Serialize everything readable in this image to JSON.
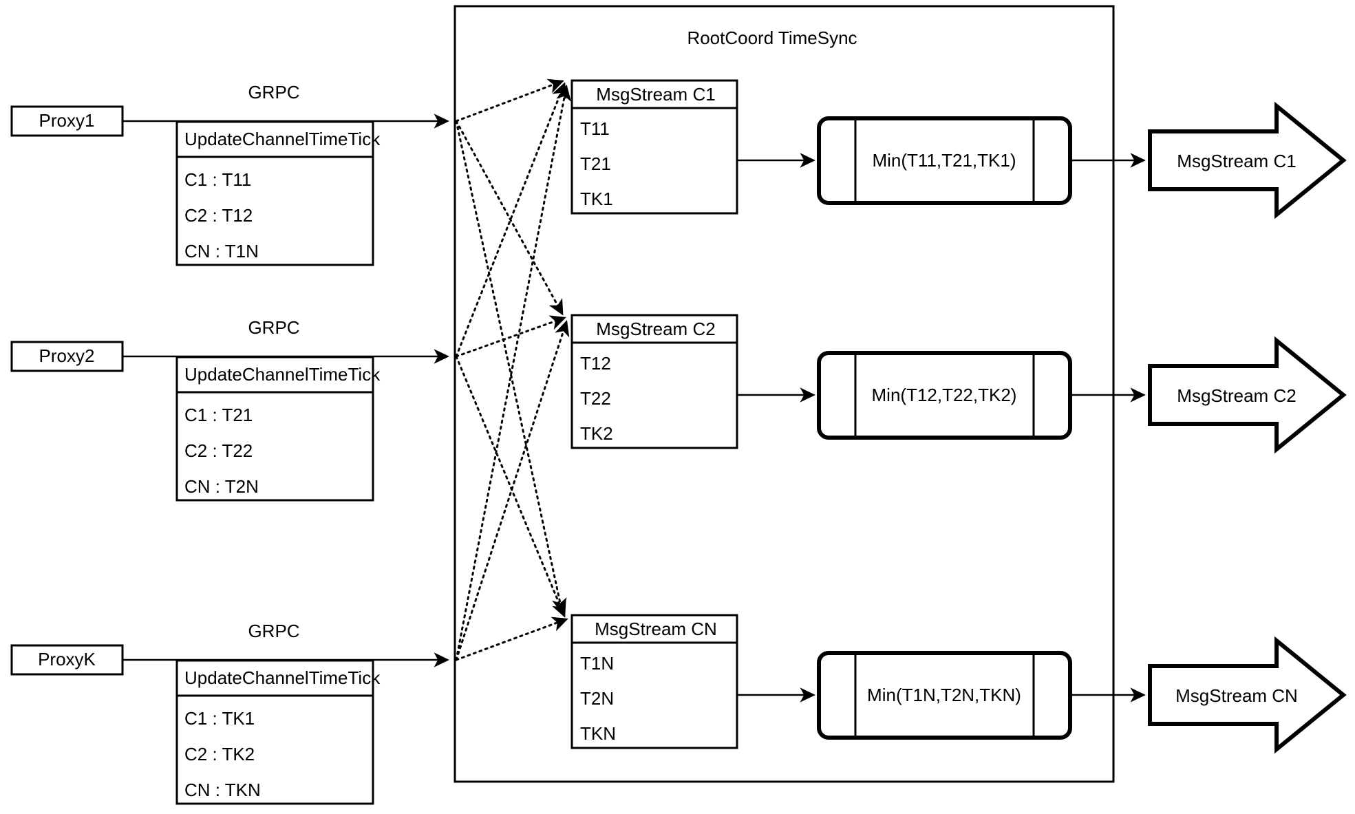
{
  "container": {
    "title": "RootCoord TimeSync"
  },
  "proxies": [
    {
      "name": "Proxy1",
      "link_label": "GRPC",
      "message": {
        "header": "UpdateChannelTimeTick",
        "rows": [
          "C1 :  T11",
          "C2 :  T12",
          "CN : T1N"
        ]
      }
    },
    {
      "name": "Proxy2",
      "link_label": "GRPC",
      "message": {
        "header": "UpdateChannelTimeTick",
        "rows": [
          "C1 :  T21",
          "C2 :  T22",
          "CN : T2N"
        ]
      }
    },
    {
      "name": "ProxyK",
      "link_label": "GRPC",
      "message": {
        "header": "UpdateChannelTimeTick",
        "rows": [
          "C1 :  TK1",
          "C2 :  TK2",
          "CN : TKN"
        ]
      }
    }
  ],
  "channels": [
    {
      "msgstream": {
        "header": "MsgStream C1",
        "rows": [
          "T11",
          "T21",
          "TK1"
        ]
      },
      "min_label": "Min(T11,T21,TK1)",
      "output_label": "MsgStream C1"
    },
    {
      "msgstream": {
        "header": "MsgStream C2",
        "rows": [
          "T12",
          "T22",
          "TK2"
        ]
      },
      "min_label": "Min(T12,T22,TK2)",
      "output_label": "MsgStream C2"
    },
    {
      "msgstream": {
        "header": "MsgStream CN",
        "rows": [
          "T1N",
          "T2N",
          "TKN"
        ]
      },
      "min_label": "Min(T1N,T2N,TKN)",
      "output_label": "MsgStream CN"
    }
  ],
  "colors": {
    "stroke": "#000000",
    "background": "#ffffff"
  }
}
